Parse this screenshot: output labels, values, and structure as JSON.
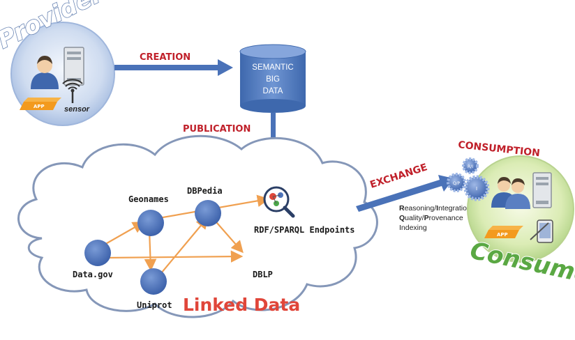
{
  "provider": {
    "label": "Provider",
    "app_badge": "APP",
    "sensor_label": "sensor"
  },
  "store": {
    "line1": "SEMANTIC",
    "line2": "BIG",
    "line3": "DATA"
  },
  "flows": {
    "creation": "CREATION",
    "publication": "PUBLICATION",
    "exchange": "EXCHANGE",
    "consumption": "CONSUMPTION"
  },
  "cloud": {
    "title": "Linked Data",
    "nodes": {
      "geonames": "Geonames",
      "dbpedia": "DBPedia",
      "datagov": "Data.gov",
      "uniprot": "Uniprot",
      "dblp": "DBLP",
      "endpoints": "RDF/SPARQL Endpoints"
    }
  },
  "services": {
    "line1_bold": "R",
    "line1_rest": "easoning/",
    "line1_bold2": "I",
    "line1_rest2": "ntegration",
    "line2_bold": "Q",
    "line2_rest": "uality/",
    "line2_bold2": "P",
    "line2_rest2": "rovenance",
    "line3": "Indexing"
  },
  "gears": {
    "g1": "R/I",
    "g2": "Q/P",
    "g3": "I"
  },
  "consumer": {
    "label": "Consumer",
    "app_badge": "APP"
  },
  "colors": {
    "accent_red": "#c0202a",
    "arrow_blue": "#4a72b8",
    "edge_orange": "#f0a050",
    "node_blue": "#4e74bb"
  }
}
